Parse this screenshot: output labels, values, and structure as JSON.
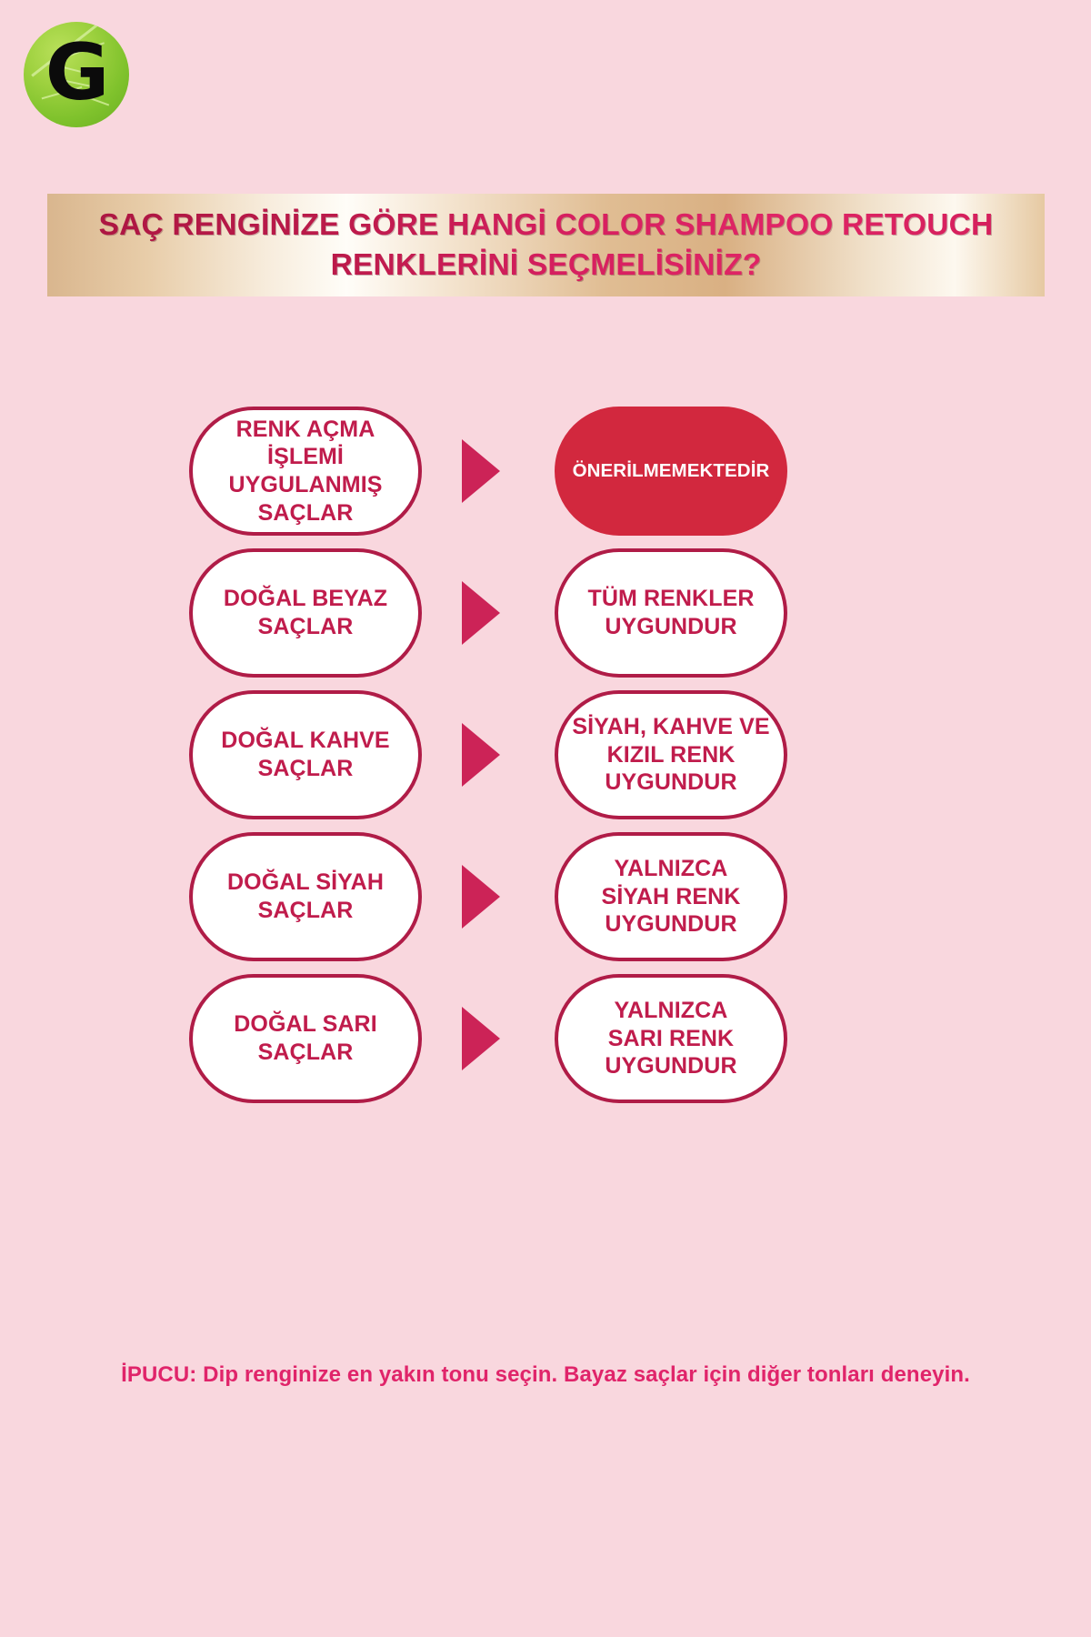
{
  "brand": {
    "logo_letter": "G",
    "logo_icon": "leaf-circle-logo",
    "leaf_color": "#8ec63f"
  },
  "header": {
    "title": "SAÇ RENGİNİZE GÖRE HANGİ COLOR SHAMPOO RETOUCH\nRENKLERİNİ SEÇMELİSİNİZ?",
    "banner_gradient": "gold-champagne",
    "title_color": "#c41c55"
  },
  "colors": {
    "background": "#f9d7de",
    "box_border": "#b01c47",
    "box_text": "#c01c4c",
    "arrow": "#cc2357",
    "danger_bg": "#d2283e",
    "danger_text": "#ffffff",
    "footer_text": "#e0246a"
  },
  "flow": {
    "rows": [
      {
        "source": "RENK AÇMA\nİŞLEMİ\nUYGULANMIŞ\nSAÇLAR",
        "arrow": "arrow-right-icon",
        "result": "ÖNERİLMEMEKTEDİR",
        "result_style": "danger"
      },
      {
        "source": "DOĞAL BEYAZ\nSAÇLAR",
        "arrow": "arrow-right-icon",
        "result": "TÜM RENKLER\nUYGUNDUR",
        "result_style": "normal"
      },
      {
        "source": "DOĞAL KAHVE\nSAÇLAR",
        "arrow": "arrow-right-icon",
        "result": "SİYAH, KAHVE VE\nKIZIL RENK\nUYGUNDUR",
        "result_style": "normal"
      },
      {
        "source": "DOĞAL SİYAH\nSAÇLAR",
        "arrow": "arrow-right-icon",
        "result": "YALNIZCA\nSİYAH RENK\nUYGUNDUR",
        "result_style": "normal"
      },
      {
        "source": "DOĞAL SARI\nSAÇLAR",
        "arrow": "arrow-right-icon",
        "result": "YALNIZCA\nSARI RENK\nUYGUNDUR",
        "result_style": "normal"
      }
    ]
  },
  "footer": {
    "tip": "İPUCU: Dip renginize en yakın tonu seçin. Bayaz saçlar için diğer tonları deneyin."
  }
}
